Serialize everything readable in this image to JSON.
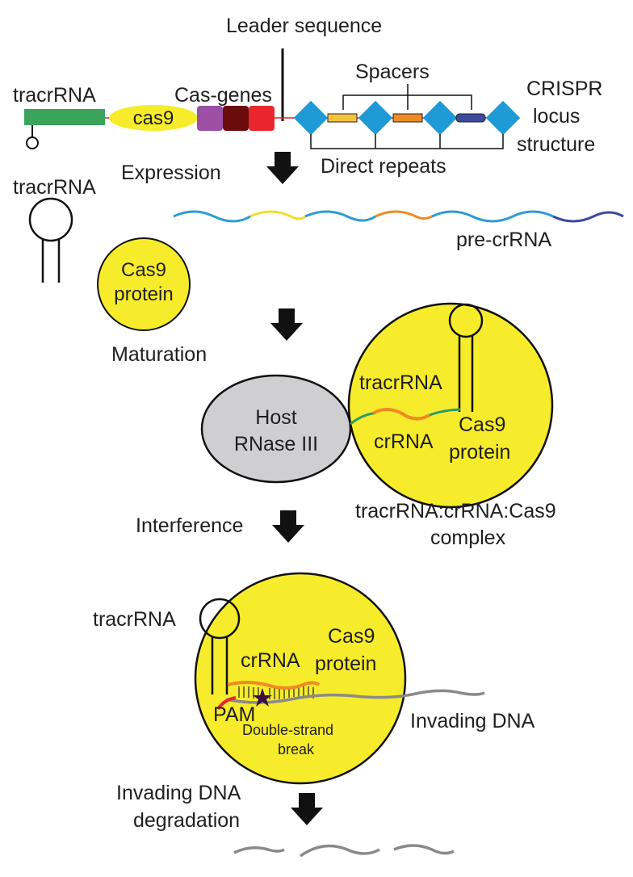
{
  "colors": {
    "yellow": "#f7ec2c",
    "green": "#3aa55a",
    "blue": "#1f9ad6",
    "orange": "#f08a24",
    "dark_red": "#6b0c0c",
    "red": "#e8262b",
    "purple": "#9b4fa5",
    "navy": "#3b4a9c",
    "gray_rnase": "#cfcfd1",
    "dna_gray": "#8a8a8a",
    "wave_blue": "#2a9dd4"
  },
  "locus": {
    "leader_sequence": "Leader sequence",
    "tracrrna": "tracrRNA",
    "cas9_gene": "cas9",
    "cas_genes": "Cas-genes",
    "spacers": "Spacers",
    "direct_repeats": "Direct repeats",
    "structure_line1": "CRISPR",
    "structure_line2": "locus",
    "structure_line3": "structure"
  },
  "expression": {
    "step": "Expression",
    "tracrrna": "tracrRNA",
    "cas9_line1": "Cas9",
    "cas9_line2": "protein",
    "pre_crrna": "pre-crRNA"
  },
  "maturation": {
    "step": "Maturation",
    "rnase_line1": "Host",
    "rnase_line2": "RNase III",
    "tracrrna": "tracrRNA",
    "crrna": "crRNA",
    "cas9_line1": "Cas9",
    "cas9_line2": "protein",
    "complex_line1": "tracrRNA:crRNA:Cas9",
    "complex_line2": "complex"
  },
  "interference": {
    "step": "Interference",
    "tracrrna": "tracrRNA",
    "crrna": "crRNA",
    "cas9_line1": "Cas9",
    "cas9_line2": "protein",
    "pam": "PAM",
    "dsb_line1": "Double-strand",
    "dsb_line2": "break",
    "invading_dna": "Invading DNA"
  },
  "degradation": {
    "step_line1": "Invading DNA",
    "step_line2": "degradation"
  }
}
